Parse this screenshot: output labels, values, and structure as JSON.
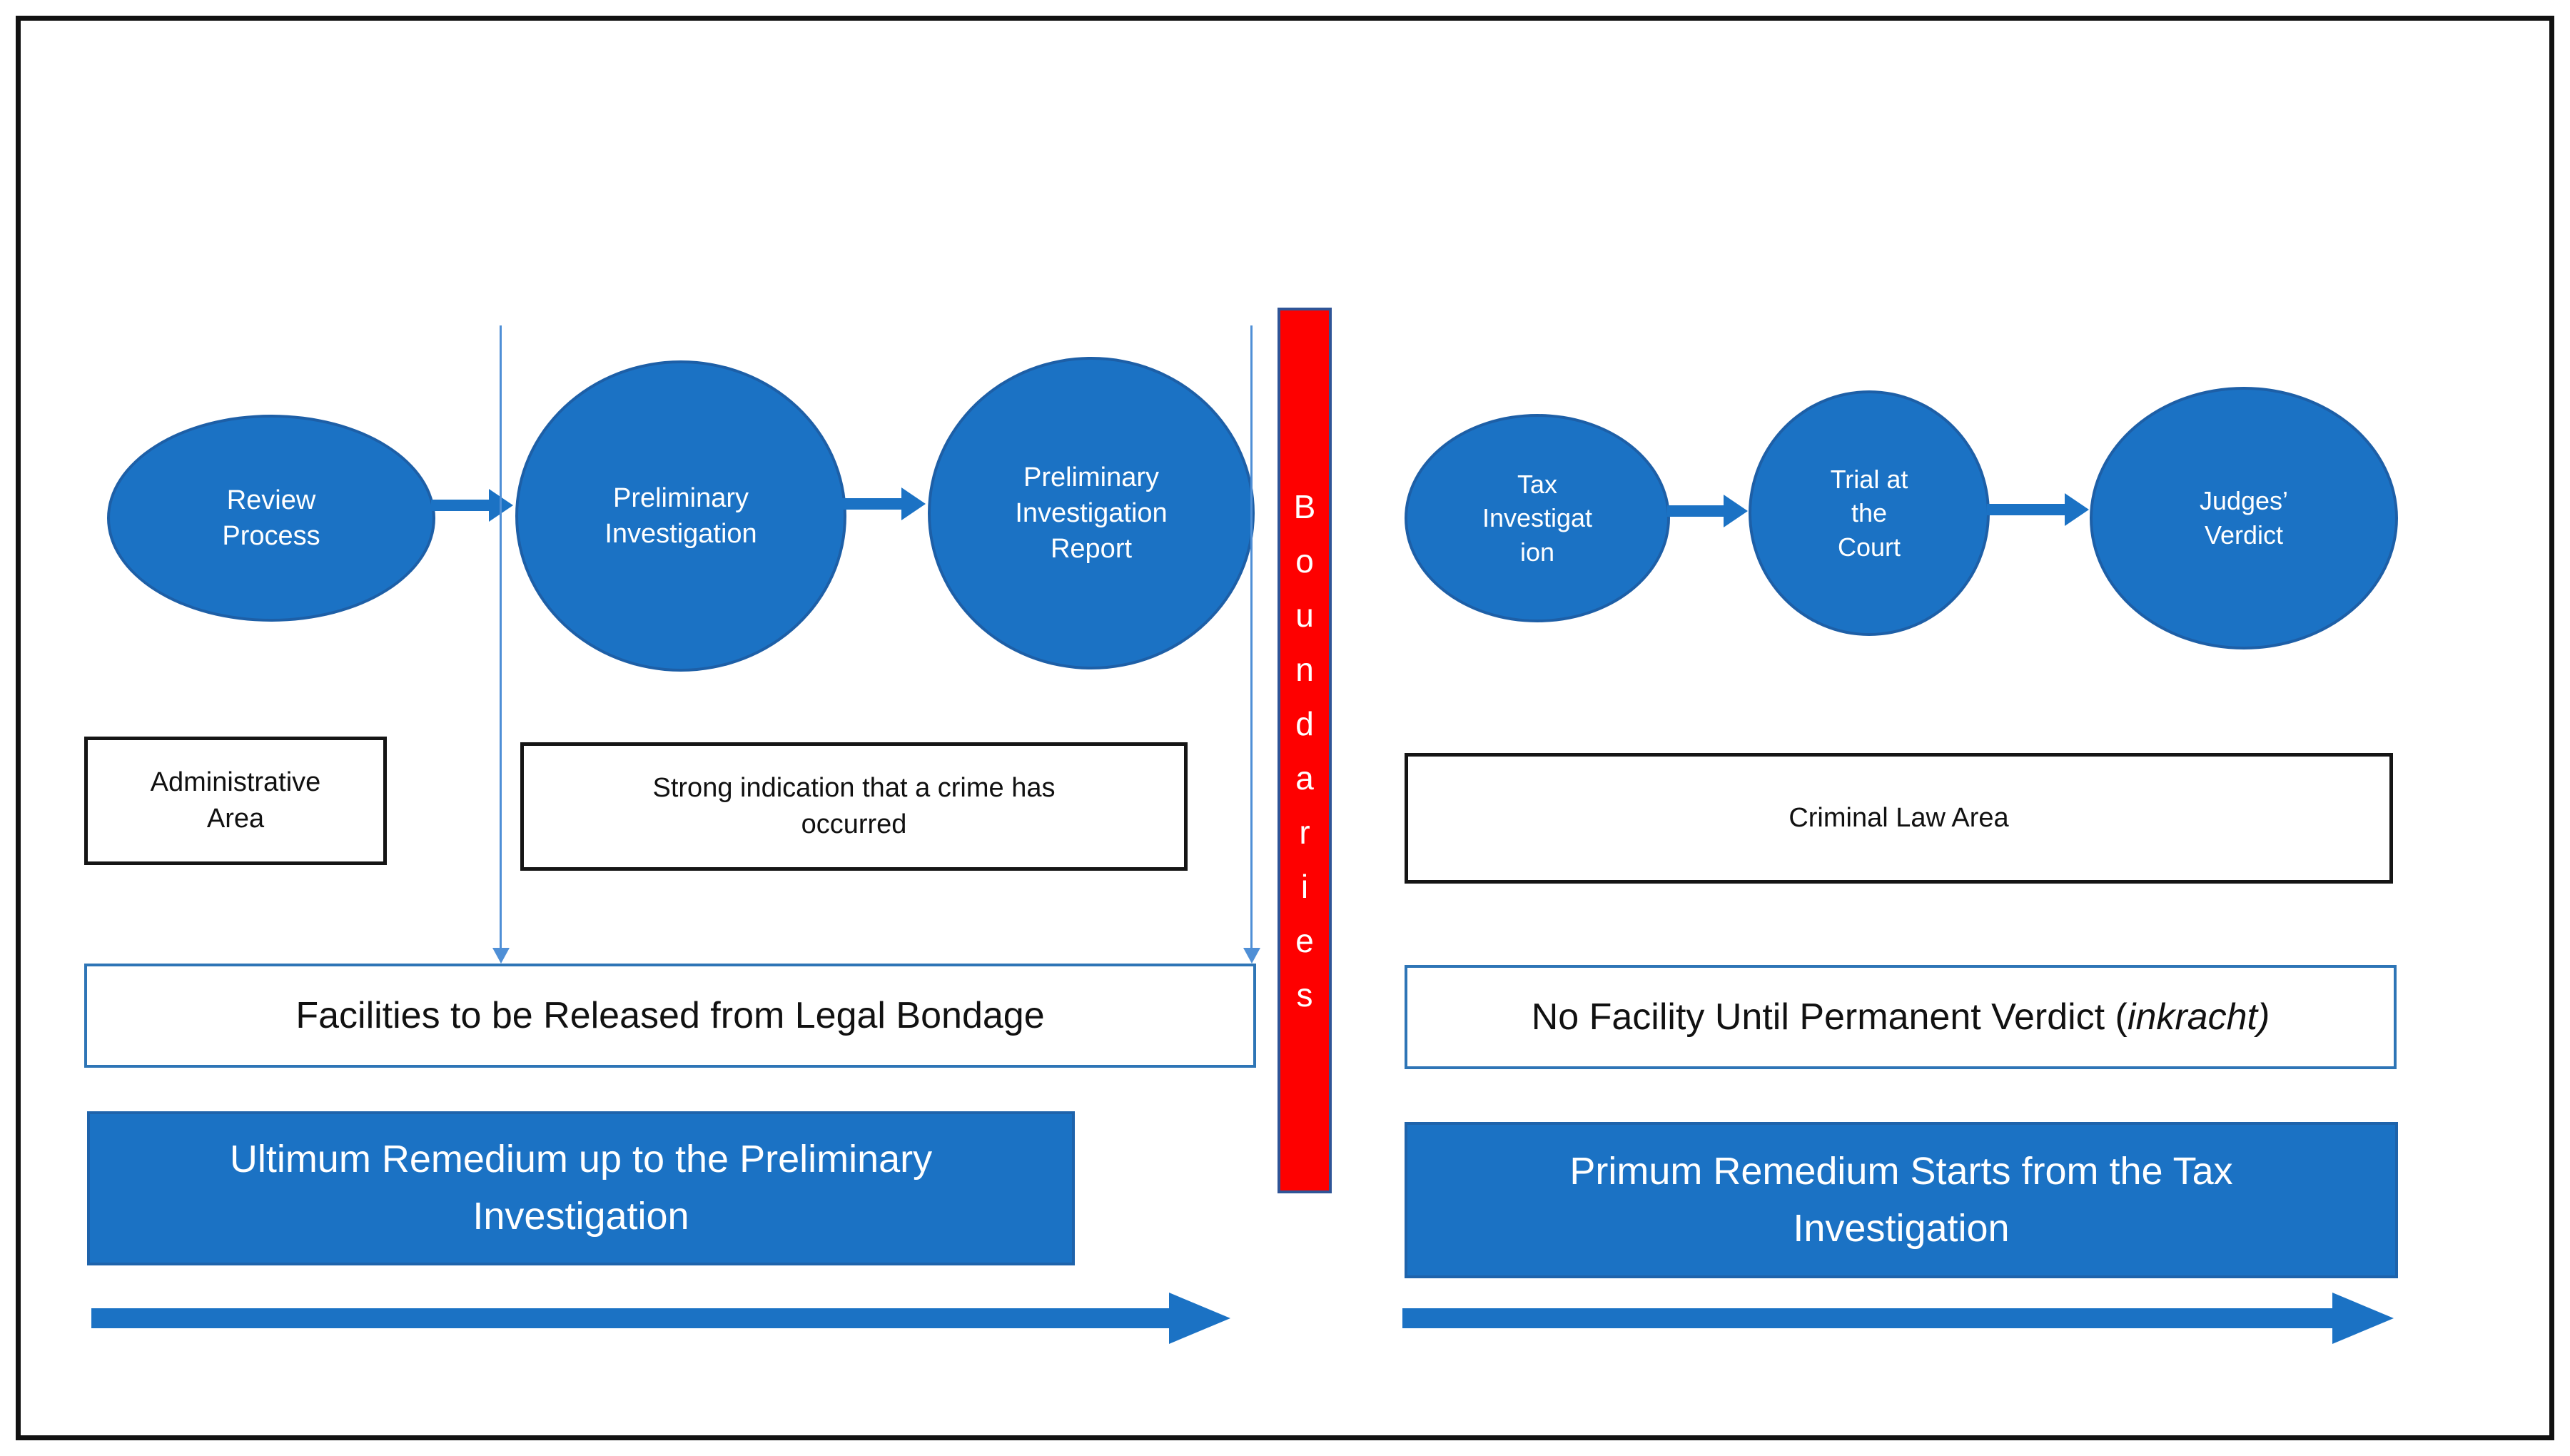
{
  "colors": {
    "shape_blue": "#1b72c4",
    "shape_blue_border": "#1d5fa7",
    "thin_line_blue": "#4f8fd6",
    "box_blue_border": "#2e75b6",
    "bar_red": "#fe0000",
    "bar_red_border": "#2f5597",
    "frame_black": "#121212",
    "text_black": "#111111",
    "text_white": "#ffffff"
  },
  "left_flow": {
    "ellipses": [
      {
        "lines": [
          "Review",
          "Process"
        ]
      },
      {
        "lines": [
          "Preliminary",
          "Investigation"
        ]
      },
      {
        "lines": [
          "Preliminary",
          "Investigation",
          "Report"
        ]
      }
    ],
    "administrative_box": {
      "lines": [
        "Administrative",
        "Area"
      ]
    },
    "strong_indication_box": {
      "lines": [
        "Strong indication that a crime has",
        "occurred"
      ]
    },
    "facilities_box": {
      "text": "Facilities to be Released from Legal Bondage"
    },
    "ultimum_box": {
      "lines": [
        "Ultimum Remedium up to the Preliminary",
        "Investigation"
      ]
    }
  },
  "boundaries_bar": {
    "letters": [
      "B",
      "o",
      "u",
      "n",
      "d",
      "a",
      "r",
      "i",
      "e",
      "s"
    ]
  },
  "right_flow": {
    "ellipses": [
      {
        "lines": [
          "Tax",
          "Investigat",
          "ion"
        ]
      },
      {
        "lines": [
          "Trial at",
          "the",
          "Court"
        ]
      },
      {
        "lines": [
          "Judges’",
          "Verdict"
        ]
      }
    ],
    "criminal_law_box": {
      "text": "Criminal Law Area"
    },
    "no_facility_box": {
      "text_regular": "No Facility Until Permanent Verdict (",
      "text_italic": "inkracht)"
    },
    "primum_box": {
      "lines": [
        "Primum Remedium Starts from the Tax",
        "Investigation"
      ]
    }
  }
}
